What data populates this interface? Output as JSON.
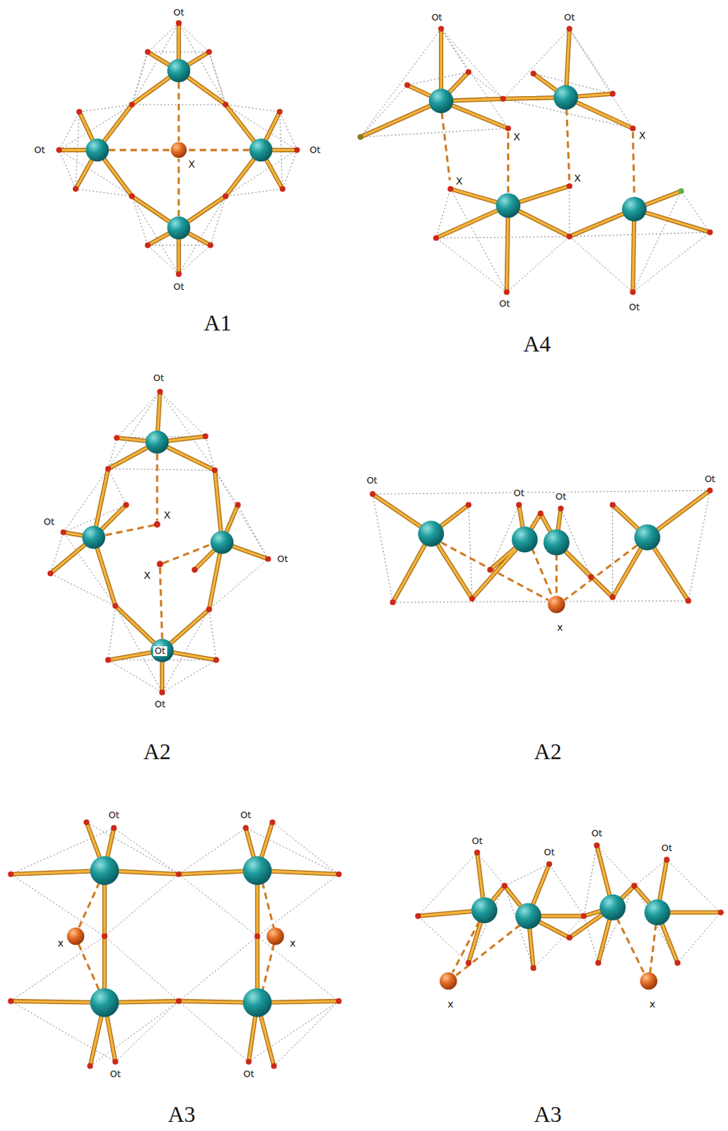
{
  "diagram": {
    "labels": [
      "Ot",
      "Ot",
      "Ot",
      "X",
      "Ot",
      "A1",
      "Ot",
      "Ot",
      "X",
      "X",
      "X",
      "X",
      "Ot",
      "Ot",
      "A4",
      "Ot",
      "X",
      "Ot",
      "Ot",
      "X",
      "Ot",
      "Ot",
      "A2",
      "Ot",
      "Ot",
      "Ot",
      "Ot",
      "x",
      "A2",
      "Ot",
      "Ot",
      "x",
      "x",
      "Ot",
      "Ot",
      "A3",
      "Ot",
      "Ot",
      "Ot",
      "Ot",
      "x",
      "x",
      "A3"
    ]
  }
}
